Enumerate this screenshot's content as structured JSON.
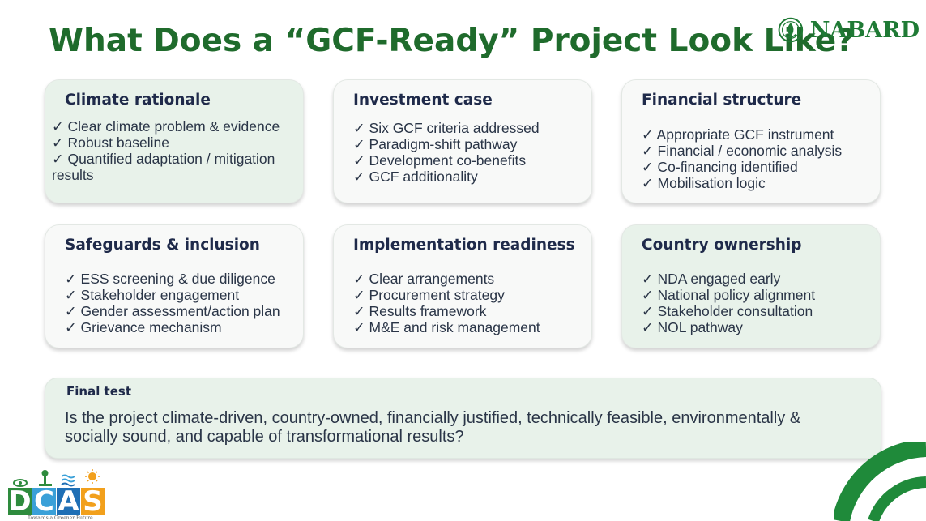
{
  "slide": {
    "title": "What Does a “GCF-Ready” Project Look Like?"
  },
  "brand": {
    "name": "NABARD"
  },
  "cards": [
    {
      "heading": "Climate rationale",
      "items": [
        "✓ Clear climate problem & evidence",
        "✓ Robust baseline",
        "✓ Quantified adaptation / mitigation results"
      ]
    },
    {
      "heading": "Investment case",
      "items": [
        "✓ Six GCF criteria addressed",
        "✓ Paradigm-shift pathway",
        "✓ Development co-benefits",
        "✓ GCF additionality"
      ]
    },
    {
      "heading": "Financial structure",
      "items": [
        "✓ Appropriate GCF instrument",
        "✓ Financial / economic analysis",
        "✓ Co-financing identified",
        "✓ Mobilisation logic"
      ]
    },
    {
      "heading": "Safeguards & inclusion",
      "items": [
        "✓ ESS screening & due diligence",
        "✓ Stakeholder engagement",
        "✓ Gender assessment/action plan",
        "✓ Grievance mechanism"
      ]
    },
    {
      "heading": "Implementation readiness",
      "items": [
        "✓ Clear arrangements",
        "✓ Procurement strategy",
        "✓ Results framework",
        "✓ M&E and risk management"
      ]
    },
    {
      "heading": "Country ownership",
      "items": [
        "✓ NDA engaged early",
        "✓ National policy alignment",
        "✓ Stakeholder consultation",
        "✓ NOL pathway"
      ]
    }
  ],
  "final_test": {
    "heading": "Final test",
    "text": "Is the project climate-driven, country-owned, financially justified, technically feasible, environmentally & socially sound, and capable of transformational results?"
  },
  "dcas_logo": {
    "letters": [
      "D",
      "C",
      "A",
      "S"
    ],
    "letter_colors": [
      "#2e8b3d",
      "#3aa0d8",
      "#1f6fb5",
      "#f2a01c"
    ],
    "tagline": "Towards a Greener Future"
  },
  "colors": {
    "title_green": "#1f6b2c",
    "card_green": "#e8f2ea",
    "card_neutral": "#f8f9f8",
    "brand_green": "#1f7a35"
  }
}
